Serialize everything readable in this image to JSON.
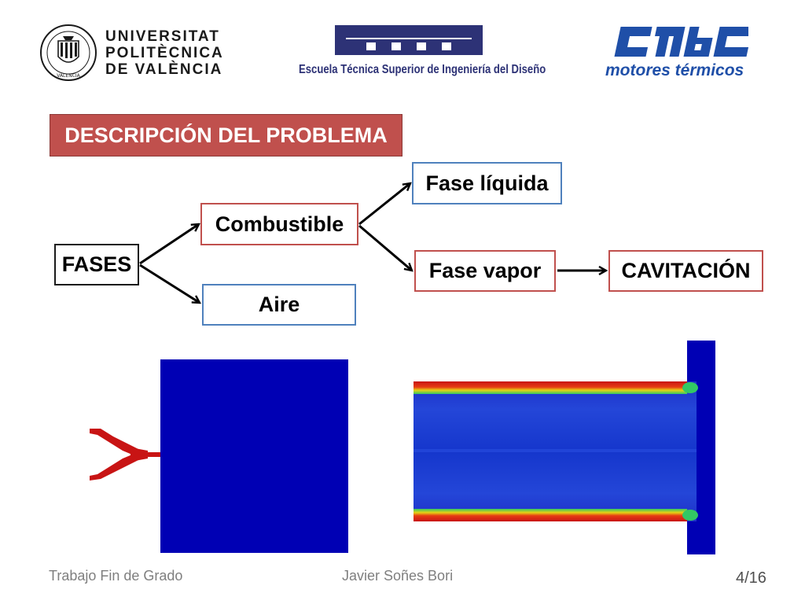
{
  "header": {
    "upv": {
      "line1": "UNIVERSITAT",
      "line2": "POLITÈCNICA",
      "line3": "DE VALÈNCIA",
      "seal_text": "VALENCIA"
    },
    "etsid": {
      "name": "Escuela Técnica Superior de Ingeniería del Diseño"
    },
    "cmt": {
      "name": "motores térmicos"
    }
  },
  "title": "DESCRIPCIÓN DEL PROBLEMA",
  "diagram": {
    "nodes": {
      "fases": "FASES",
      "combustible": "Combustible",
      "aire": "Aire",
      "fase_liquida": "Fase líquida",
      "fase_vapor": "Fase vapor",
      "cavitacion": "CAVITACIÓN"
    }
  },
  "colors": {
    "title_bg": "#c0504d",
    "node_red": "#c0504d",
    "node_blue": "#4f81bd",
    "sim_blue": "#0000b4",
    "sim_red": "#c81414"
  },
  "footer": {
    "left": "Trabajo Fin de Grado",
    "center": "Javier Soñes Bori",
    "page": "4/16"
  }
}
